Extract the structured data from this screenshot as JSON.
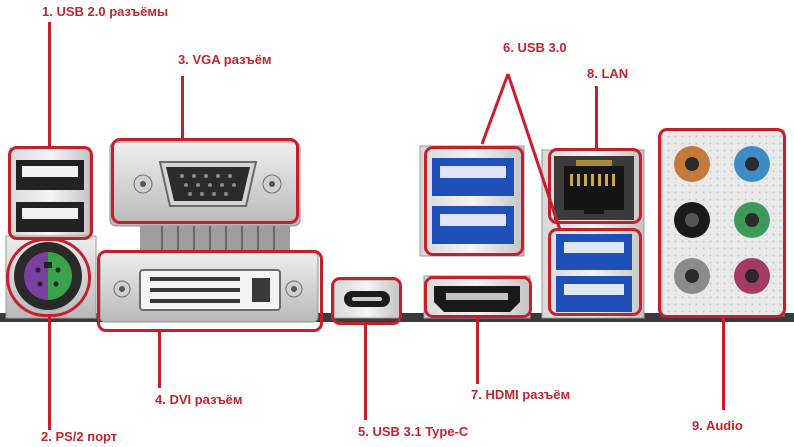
{
  "labels": {
    "usb20": "1. USB 2.0 разъёмы",
    "ps2": "2. PS/2 порт",
    "vga": "3. VGA разъём",
    "dvi": "4. DVI разъём",
    "typec": "5. USB 3.1 Type-C",
    "usb30": "6. USB 3.0",
    "hdmi": "7. HDMI разъём",
    "lan": "8. LAN",
    "audio": "9. Audio"
  },
  "colors": {
    "highlight": "#c81e2b",
    "label_text": "#c0262d",
    "usb3_blue": "#1f4fb8",
    "ps2_purple": "#7b3fa0",
    "ps2_green": "#39a24a",
    "audio_orange": "#c57a3a",
    "audio_blue": "#3e8bc7",
    "audio_black": "#1a1a1a",
    "audio_green": "#3f9a5a",
    "audio_gray": "#8c8c8c",
    "audio_pink": "#a43a66"
  }
}
